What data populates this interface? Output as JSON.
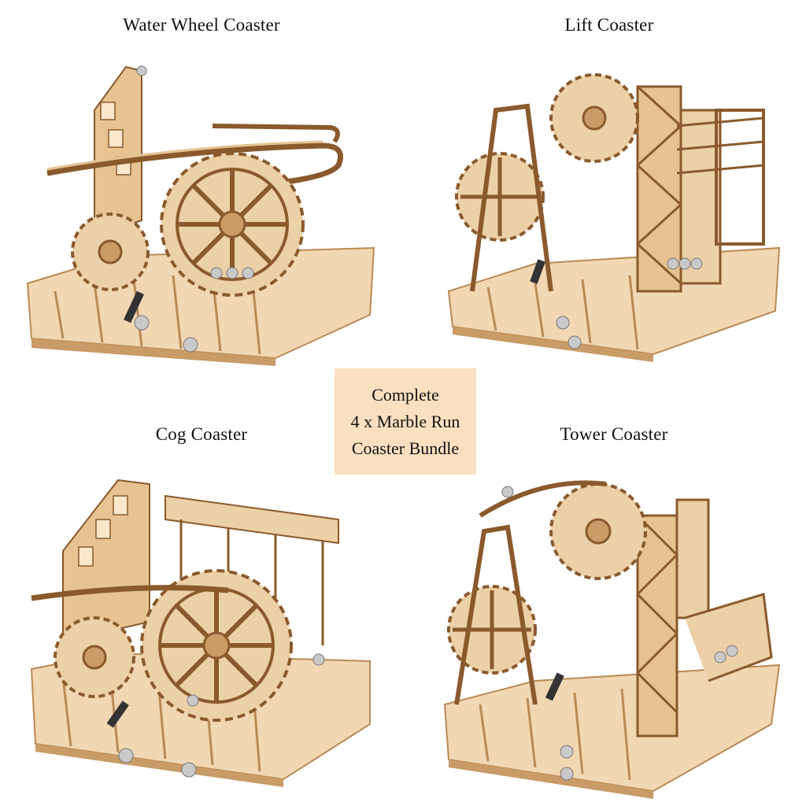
{
  "models": [
    {
      "title": "Water Wheel Coaster"
    },
    {
      "title": "Lift Coaster"
    },
    {
      "title": "Cog Coaster"
    },
    {
      "title": "Tower Coaster"
    }
  ],
  "badge": {
    "lines": [
      "Complete",
      "4 x Marble Run",
      "Coaster Bundle"
    ]
  },
  "colors": {
    "badge_bg": "#fae0c1",
    "wood_light": "#f1d7b2",
    "wood_mid": "#e2bd8c",
    "wood_dark": "#8a5a2c",
    "marble": "#c9c9c9"
  }
}
